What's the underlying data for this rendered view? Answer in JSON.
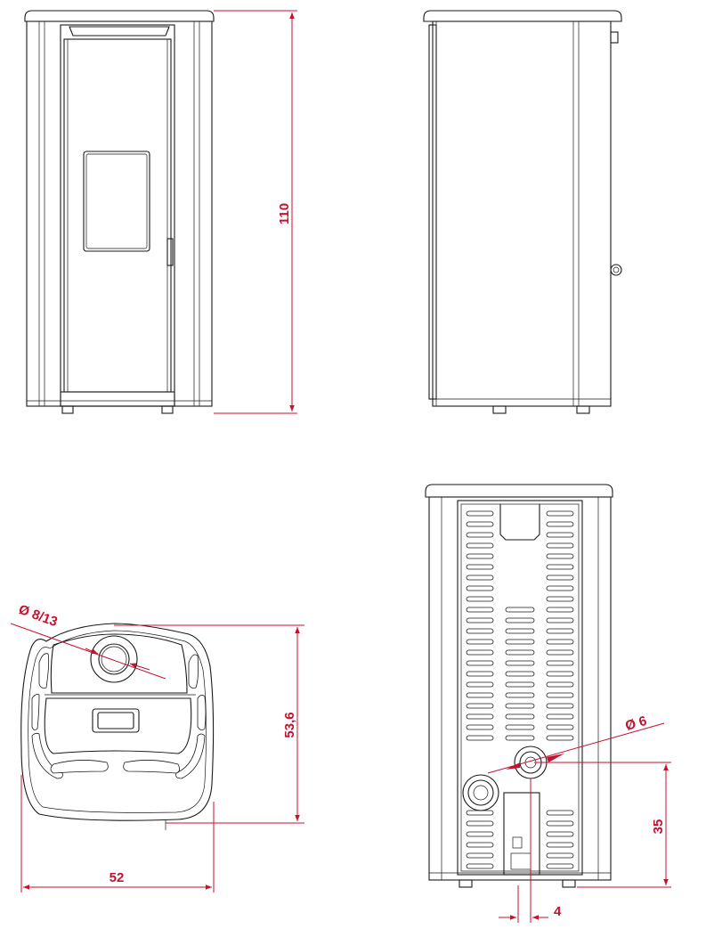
{
  "dimensions": {
    "height": "110",
    "flue_diameter": "Ø 8/13",
    "depth": "53,6",
    "width": "52",
    "outlet_diameter": "Ø 6",
    "outlet_height": "35",
    "outlet_offset": "4"
  },
  "colors": {
    "dimension": "#c8102e",
    "outline": "#1a1a1a",
    "background": "#ffffff"
  }
}
